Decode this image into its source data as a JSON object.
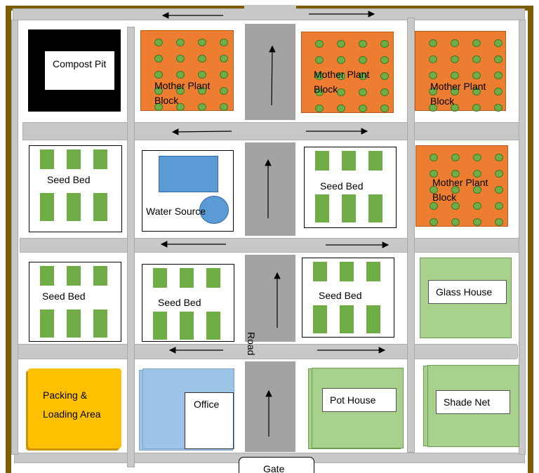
{
  "labels": {
    "compost_pit": "Compost Pit",
    "mother_plant_block": "Mother  Plant Block",
    "seed_bed": "Seed  Bed",
    "water_source": "Water  Source",
    "glass_house": "Glass  House",
    "road": "Road",
    "packing_loading": "Packing  &  Loading  Area",
    "office": "Office",
    "pot_house": "Pot  House",
    "shade_net": "Shade  Net",
    "gate": "Gate"
  },
  "colors": {
    "border": "#7a5d05",
    "mother_plant_block": "#ed7d31",
    "plant_dot": "#70ad47",
    "seed_bed": "#70ad47",
    "water_tank": "#5b9bd5",
    "glass_house": "#a9d18e",
    "office": "#9dc3e6",
    "packing_area": "#ffc000",
    "road": "#a3a3a3"
  },
  "icons": {
    "arrow_right": "arrow-right-icon",
    "arrow_left": "arrow-left-icon",
    "arrow_up": "arrow-up-icon"
  }
}
